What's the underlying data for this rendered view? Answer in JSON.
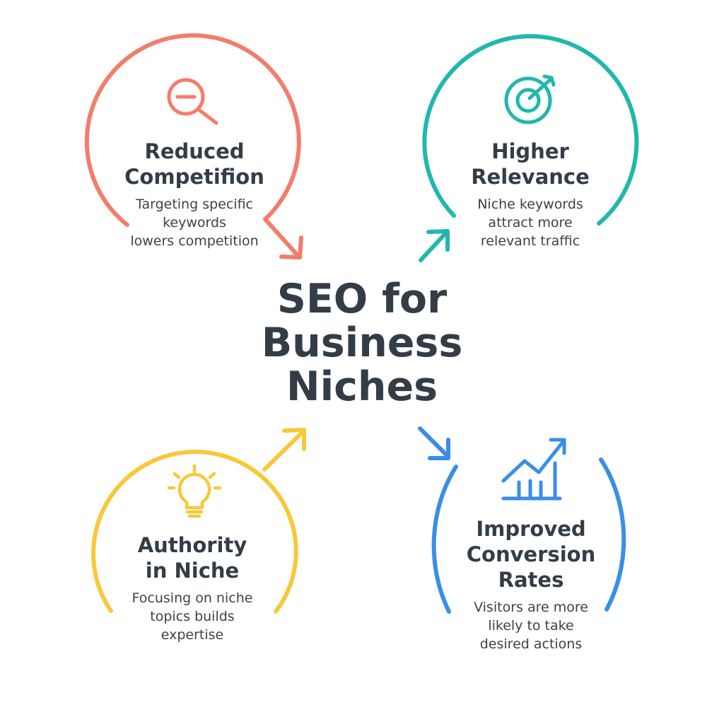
{
  "colors": {
    "text": "#333d47",
    "coral": "#f47c6a",
    "teal": "#1fb8ad",
    "yellow": "#f7c83a",
    "blue": "#3a8ee8"
  },
  "center": {
    "title_lines": [
      "SEO for",
      "Business",
      "Niches"
    ]
  },
  "items": [
    {
      "key": "reduced",
      "icon": "magnifier-minus-icon",
      "color": "coral",
      "title_lines": [
        "Reduced",
        "Competifion"
      ],
      "desc_lines": [
        "Targeting specific",
        "keywords",
        "lowers competition"
      ]
    },
    {
      "key": "relevance",
      "icon": "target-icon",
      "color": "teal",
      "title_lines": [
        "Higher",
        "Relevance"
      ],
      "desc_lines": [
        "Niche keywords",
        "attract more",
        "relevant traffic"
      ]
    },
    {
      "key": "authority",
      "icon": "lightbulb-icon",
      "color": "yellow",
      "title_lines": [
        "Authority",
        "in Niche"
      ],
      "desc_lines": [
        "Focusing on niche",
        "topics builds",
        "expertise"
      ]
    },
    {
      "key": "conversion",
      "icon": "growth-chart-icon",
      "color": "blue",
      "title_lines": [
        "Improved",
        "Conversion",
        "Rates"
      ],
      "desc_lines": [
        "Visitors are more",
        "likely to take",
        "desired actions"
      ]
    }
  ]
}
